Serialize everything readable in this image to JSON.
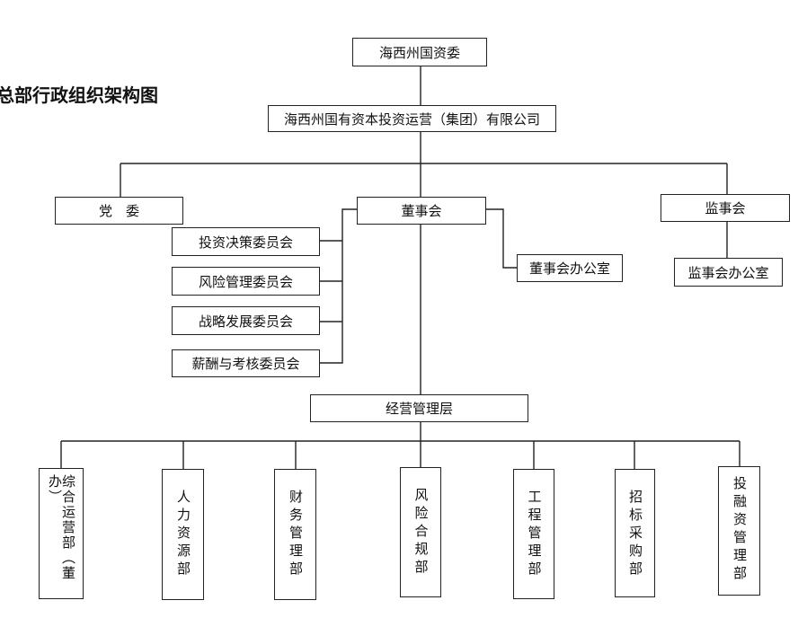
{
  "title": "总部行政组织架构图",
  "nodes": {
    "sasac": "海西州国资委",
    "group_company": "海西州国有资本投资运营（集团）有限公司",
    "party_committee": "党　委",
    "board": "董事会",
    "supervisory_board": "监事会",
    "board_office": "董事会办公室",
    "supervisory_office": "监事会办公室",
    "management": "经营管理层"
  },
  "committees": [
    "投资决策委员会",
    "风险管理委员会",
    "战略发展委员会",
    "薪酬与考核委员会"
  ],
  "departments": [
    "综合运营部（董办）",
    "人力资源部",
    "财务管理部",
    "风险合规部",
    "工程管理部",
    "招标采购部",
    "投融资管理部"
  ]
}
